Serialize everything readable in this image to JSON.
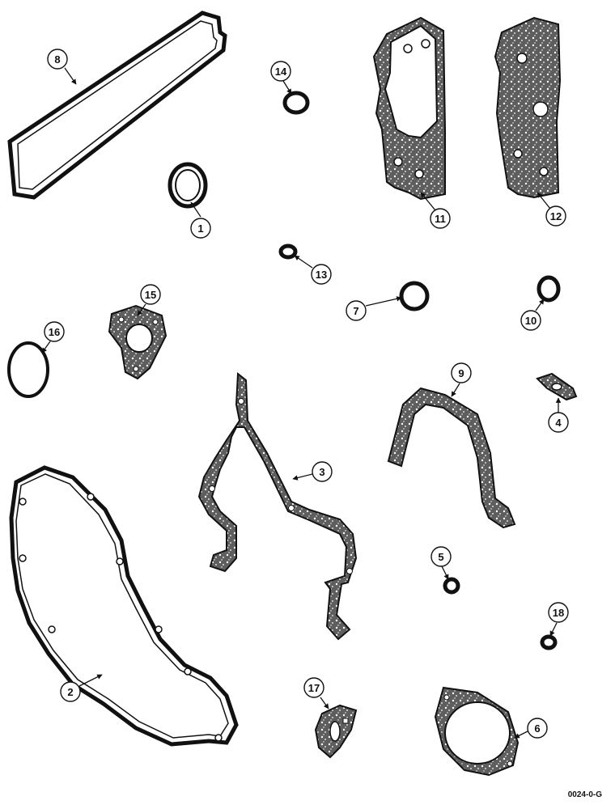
{
  "figure_code": "0024-0-G",
  "callouts": [
    "1",
    "2",
    "3",
    "4",
    "5",
    "6",
    "7",
    "8",
    "9",
    "10",
    "11",
    "12",
    "13",
    "14",
    "15",
    "16",
    "17",
    "18"
  ],
  "colors": {
    "ink": "#111111",
    "paper": "#ffffff",
    "gasket_shade": "#6a6a6a"
  }
}
